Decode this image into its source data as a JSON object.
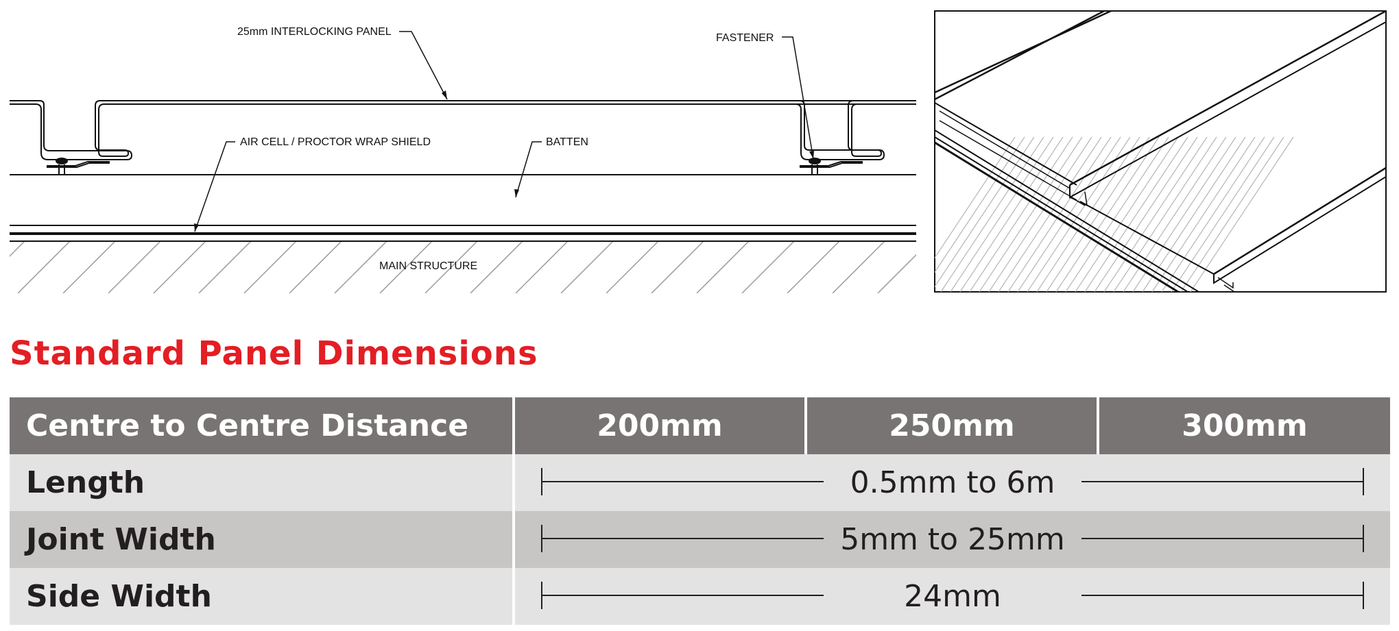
{
  "colors": {
    "title": "#e31e24",
    "header_bg": "#787473",
    "row_light": "#e4e3e3",
    "row_dark": "#c7c6c4"
  },
  "diagram": {
    "panel_label": "25mm INTERLOCKING PANEL",
    "fastener_label": "FASTENER",
    "air_cell_label": "AIR CELL / PROCTOR WRAP SHIELD",
    "batten_label": "BATTEN",
    "structure_label": "MAIN STRUCTURE"
  },
  "section_title": "Standard Panel Dimensions",
  "table": {
    "header": {
      "label": "Centre to Centre Distance",
      "col1": "200mm",
      "col2": "250mm",
      "col3": "300mm"
    },
    "rows": [
      {
        "label": "Length",
        "value": "0.5mm to 6m"
      },
      {
        "label": "Joint Width",
        "value": "5mm to 25mm"
      },
      {
        "label": "Side Width",
        "value": "24mm"
      }
    ]
  }
}
